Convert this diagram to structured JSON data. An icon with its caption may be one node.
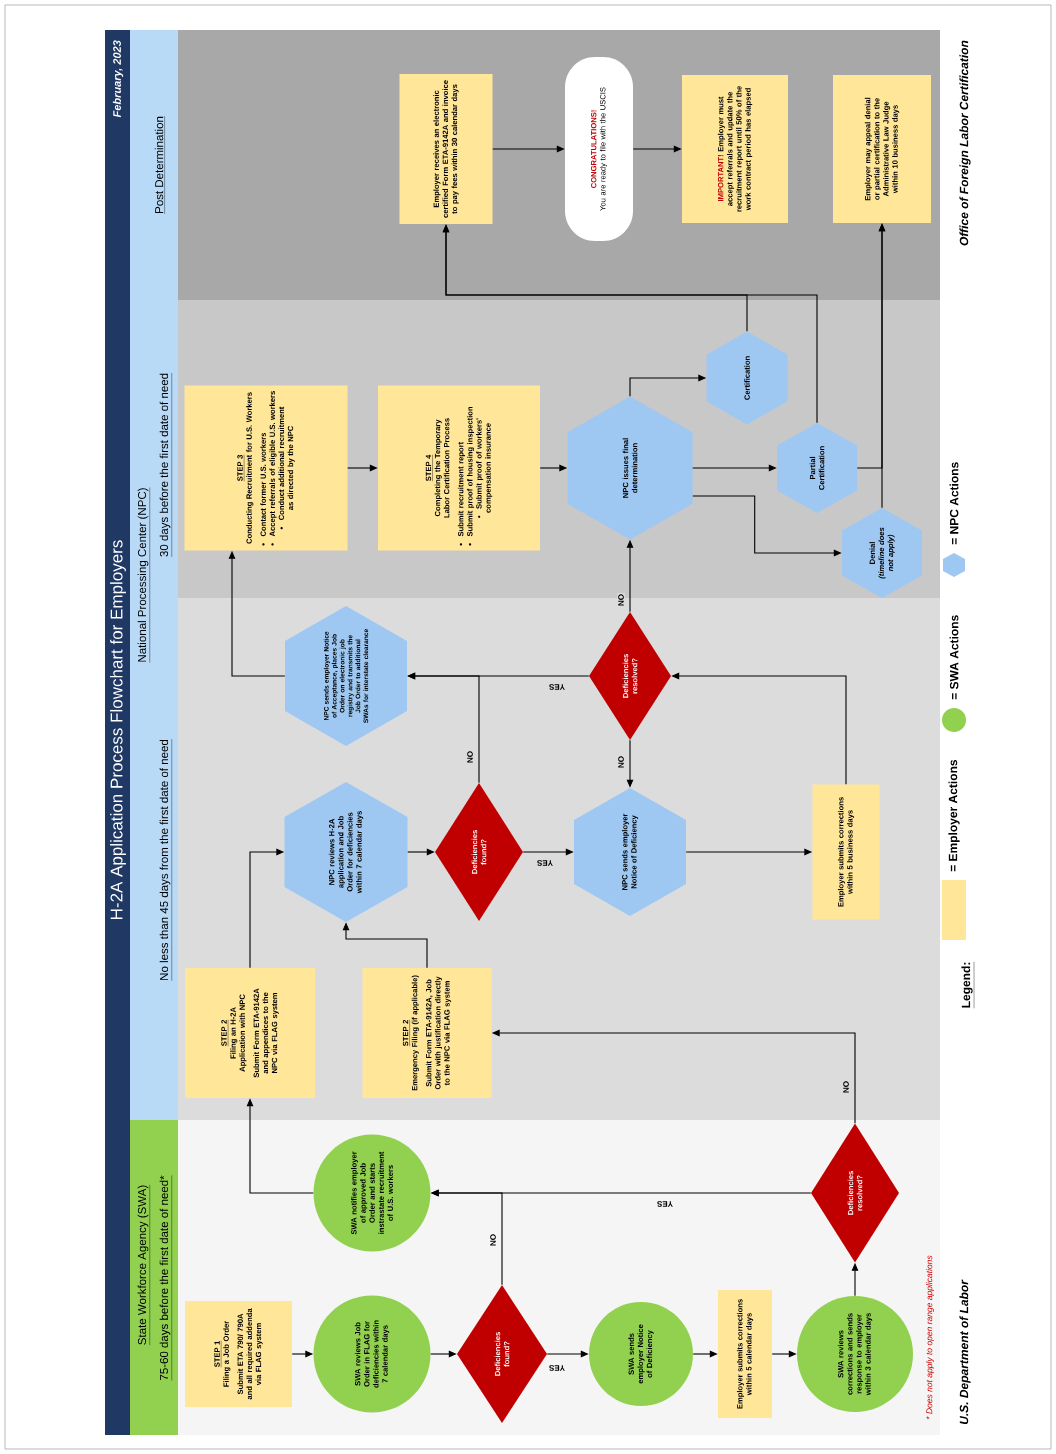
{
  "diagram": {
    "title": "H-2A Application Process Flowchart for Employers",
    "nodes": [
      {
        "text": [
          "STEP 1",
          "Filing a Job Order",
          "Submit ETA 790/ 790A and all required addenda via FLAG system"
        ]
      },
      {
        "text": [
          "SWA reviews Job Order in FLAG for deficiencies within 7 calendar days"
        ]
      },
      {
        "text": [
          "Deficiencies found?"
        ]
      },
      {
        "text": [
          "SWA notifies employer of approved Job Order and starts instrastate recruitment of U.S. workers"
        ]
      },
      {
        "text": [
          "SWA sends employer Notice of Deficiency"
        ]
      },
      {
        "text": [
          "Employer submits corrections within 5 calendar days"
        ]
      },
      {
        "text": [
          "SWA reviews corrections and sends response to employer within 3 calendar days"
        ]
      },
      {
        "text": [
          "Deficiencies resolved?"
        ]
      },
      {
        "text": [
          "STEP 2",
          "Filing an H-2A Application with NPC",
          "Submit Form ETA-9142A and appendices to the NPC via FLAG system"
        ]
      },
      {
        "text": [
          "STEP 2",
          "Emergency Filing (if applicable)",
          "Submit Form ETA-9142A, Job Order with justification directly to the NPC via FLAG system"
        ]
      },
      {
        "text": [
          "NPC reviews H-2A application and Job Order for deficiencies within 7 calendar days"
        ]
      },
      {
        "text": [
          "Deficiencies found?"
        ]
      },
      {
        "text": [
          "NPC sends employer Notice of Acceptance, places Job Order on electronic job registry and transmits the Job Order to additional SWAs for interstate clearance"
        ]
      },
      {
        "text": [
          "NPC sends employer Notice of Deficiency"
        ]
      },
      {
        "text": [
          "Deficiencies resolved?"
        ]
      },
      {
        "text": [
          "Employer submits corrections within 5 business days"
        ]
      },
      {
        "text": [
          "STEP 3",
          "Conducting Recruitment for U.S. Workers",
          "Contact former U.S. workers",
          "Accept referrals of eligible U.S. workers",
          "Conduct additional recruitment as directed by the NPC"
        ]
      },
      {
        "text": [
          "STEP 4",
          "Completing the Temporary Labor Certification Process",
          "Submit recruitment report",
          "Submit proof of housing inspection",
          "Submit proof of workers' compensation insurance"
        ]
      },
      {
        "text": [
          "NPC issues final determination"
        ]
      },
      {
        "text": [
          "Certification"
        ]
      },
      {
        "text": [
          "Partial Certification"
        ]
      },
      {
        "text": [
          "Denial",
          "(timeline does not apply)"
        ]
      },
      {
        "text": [
          "Employer receives an electronic certified Form ETA-9142A and invoice to pay fees within 30 calendar days"
        ]
      },
      {
        "text": [
          "CONGRATULATIONS!",
          "You are ready to file with the USCIS"
        ]
      },
      {
        "text": [
          "IMPORTANT!",
          "Employer must accept referrals and update the recruitment report until 50% of the work contract period has elapsed"
        ]
      },
      {
        "text": [
          "Employer may appeal denial or partial certification to the Administrative Law Judge within 10 business days"
        ]
      },
      {
        "text": [
          "State Workforce Agency (SWA)",
          "75-60 days before the first date of need*"
        ]
      },
      {
        "text": [
          "National Processing Center (NPC)",
          "No less than 45 days from the first date of need",
          "30 days before the first date of need",
          "Post Determination"
        ]
      }
    ],
    "edges": [
      {
        "from": 0,
        "to": 1,
        "arrow": "to"
      },
      {
        "from": 1,
        "to": 2,
        "arrow": "to"
      },
      {
        "from": 2,
        "to": 4,
        "arrow": "to",
        "label": "YES"
      },
      {
        "from": 2,
        "to": 3,
        "arrow": "to",
        "label": "NO"
      },
      {
        "from": 4,
        "to": 5,
        "arrow": "to"
      },
      {
        "from": 5,
        "to": 6,
        "arrow": "to"
      },
      {
        "from": 6,
        "to": 7,
        "arrow": "to"
      },
      {
        "from": 7,
        "to": 3,
        "arrow": "to",
        "label": "YES"
      },
      {
        "from": 7,
        "to": 9,
        "arrow": "to",
        "label": "NO"
      },
      {
        "from": 3,
        "to": 8,
        "arrow": "to"
      },
      {
        "from": 8,
        "to": 10,
        "arrow": "to"
      },
      {
        "from": 9,
        "to": 10,
        "arrow": "to"
      },
      {
        "from": 10,
        "to": 11,
        "arrow": "to"
      },
      {
        "from": 11,
        "to": 13,
        "arrow": "to",
        "label": "YES"
      },
      {
        "from": 11,
        "to": 12,
        "arrow": "to",
        "label": "NO"
      },
      {
        "from": 14,
        "to": 12,
        "arrow": "to",
        "label": "YES"
      },
      {
        "from": 12,
        "to": 16,
        "arrow": "to"
      },
      {
        "from": 13,
        "to": 15,
        "arrow": "to"
      },
      {
        "from": 15,
        "to": 14,
        "arrow": "to"
      },
      {
        "from": 14,
        "to": 13,
        "arrow": "to",
        "label": "NO"
      },
      {
        "from": 14,
        "to": 18,
        "arrow": "to",
        "label": "NO"
      },
      {
        "from": 16,
        "to": 17,
        "arrow": "to"
      },
      {
        "from": 17,
        "to": 18,
        "arrow": "to"
      },
      {
        "from": 18,
        "to": 19,
        "arrow": "to"
      },
      {
        "from": 18,
        "to": 20,
        "arrow": "to"
      },
      {
        "from": 18,
        "to": 21,
        "arrow": "to"
      },
      {
        "from": 19,
        "to": 22,
        "arrow": "to"
      },
      {
        "from": 20,
        "to": 22,
        "arrow": "to"
      },
      {
        "from": 20,
        "to": 25,
        "arrow": "to"
      },
      {
        "from": 21,
        "to": 25,
        "arrow": "to"
      },
      {
        "from": 22,
        "to": 23,
        "arrow": "to"
      },
      {
        "from": 23,
        "to": 24,
        "arrow": "to"
      }
    ],
    "labels": [
      "February, 2023",
      "Legend:",
      "* Does not apply to open range applications",
      "U.S. Department of Labor",
      "Office of Foreign Labor Certification"
    ],
    "legend": [
      {
        "text": "= Employer Actions",
        "color": "#ffe699"
      },
      {
        "text": "= SWA Actions",
        "color": "#92d050"
      },
      {
        "text": "= NPC Actions",
        "color": "#9ec8f2"
      }
    ]
  }
}
